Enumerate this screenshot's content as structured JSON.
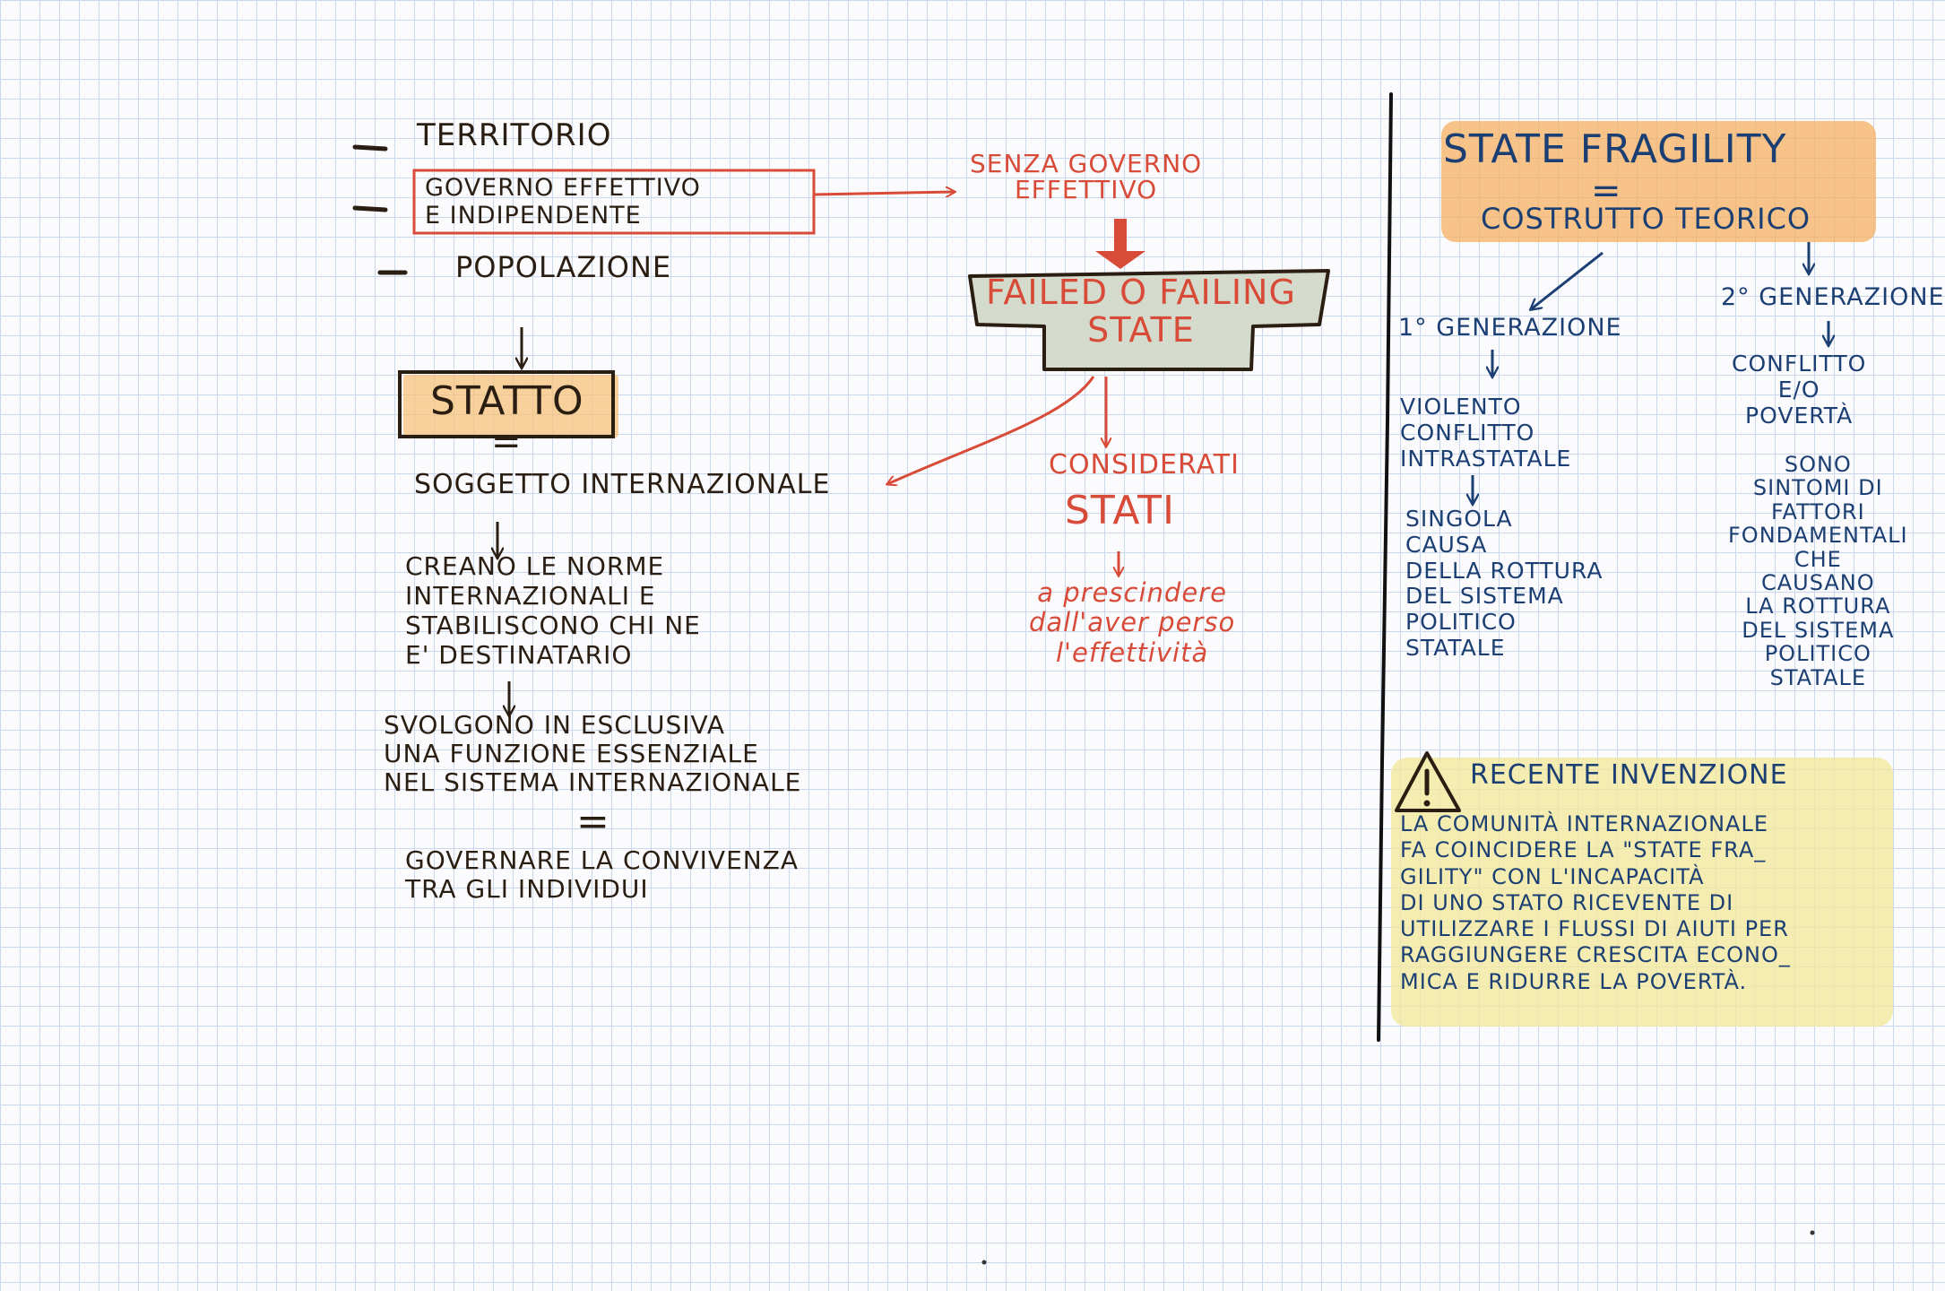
{
  "left": {
    "items": [
      "TERRITORIO",
      "GOVERNO EFFETTIVO\nE INDIPENDENTE",
      "POPOLAZIONE"
    ],
    "statto": "STATTO",
    "equals": "=",
    "soggetto": "SOGGETTO INTERNAZIONALE",
    "creano": "CREANO LE NORME\nINTERNAZIONALI E\nSTABILISCONO CHI NE\nE' DESTINATARIO",
    "svolgono": "SVOLGONO IN ESCLUSIVA\nUNA FUNZIONE ESSENZIALE\nNEL SISTEMA INTERNAZIONALE",
    "governare": "GOVERNARE LA CONVIVENZA\nTRA GLI INDIVIDUI"
  },
  "middle": {
    "senza": "SENZA GOVERNO\nEFFETTIVO",
    "failed": "FAILED O FAILING\nSTATE",
    "considerati": "CONSIDERATI",
    "stati": "STATI",
    "prescindere": "a prescindere\ndall'aver perso\nl'effettività"
  },
  "right": {
    "title": "STATE FRAGILITY",
    "equals": "=",
    "costrutto": "COSTRUTTO TEORICO",
    "gen1": "1° GENERAZIONE",
    "gen1_a": "VIOLENTO\nCONFLITTO\nINTRASTATALE",
    "gen1_b": "SINGOLA\nCAUSA\nDELLA ROTTURA\nDEL SISTEMA\nPOLITICO\nSTATALE",
    "gen2": "2° GENERAZIONE",
    "gen2_a": "CONFLITTO\nE/O\nPOVERTÀ",
    "gen2_b": "SONO\nSINTOMI DI\nFATTORI\nFONDAMENTALI\nCHE\nCAUSANO\nLA ROTTURA\nDEL SISTEMA\nPOLITICO\nSTATALE",
    "warning_title": "RECENTE INVENZIONE",
    "warning_body": "LA COMUNITÀ INTERNAZIONALE\nFA COINCIDERE LA \"STATE FRA_\nGILITY\" CON L'INCAPACITÀ\nDI UNO STATO RICEVENTE DI\nUTILIZZARE I FLUSSI DI AIUTI PER\nRAGGIUNGERE CRESCITA ECONO_\nMICA E RIDURRE LA POVERTÀ."
  },
  "colors": {
    "ink_black": "#2a1d12",
    "ink_red": "#d84b38",
    "ink_blue": "#1c3f73",
    "highlight_orange": "#f5c27a",
    "highlight_yellow": "#f2e89c",
    "highlight_green": "#d4dbcc"
  },
  "icons": [
    "warning-icon"
  ]
}
